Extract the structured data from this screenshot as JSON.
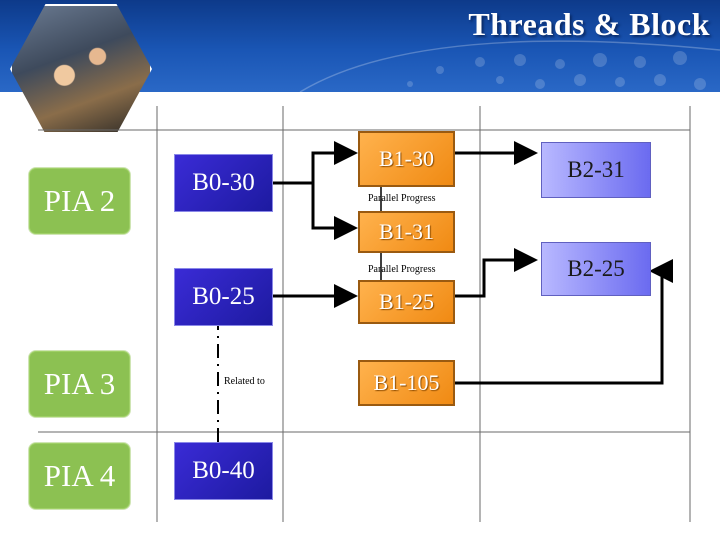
{
  "title": "Threads & Block",
  "colors": {
    "pia": "#8cc152",
    "b0": "#2a22c8",
    "b1": "#f59a2a",
    "b2": "#8c8cf5",
    "header": "#1a56b5"
  },
  "pia": [
    {
      "label": "PIA 2"
    },
    {
      "label": "PIA 3"
    },
    {
      "label": "PIA 4"
    }
  ],
  "b0": [
    {
      "label": "B0-30"
    },
    {
      "label": "B0-25"
    },
    {
      "label": "B0-40"
    }
  ],
  "b1": [
    {
      "label": "B1-30"
    },
    {
      "label": "B1-31"
    },
    {
      "label": "B1-25"
    },
    {
      "label": "B1-105"
    }
  ],
  "b2": [
    {
      "label": "B2-31"
    },
    {
      "label": "B2-25"
    }
  ],
  "connector_labels": {
    "parallel_progress_1": "Parallel Progress",
    "parallel_progress_2": "Parallel Progress",
    "related_to": "Related to"
  }
}
